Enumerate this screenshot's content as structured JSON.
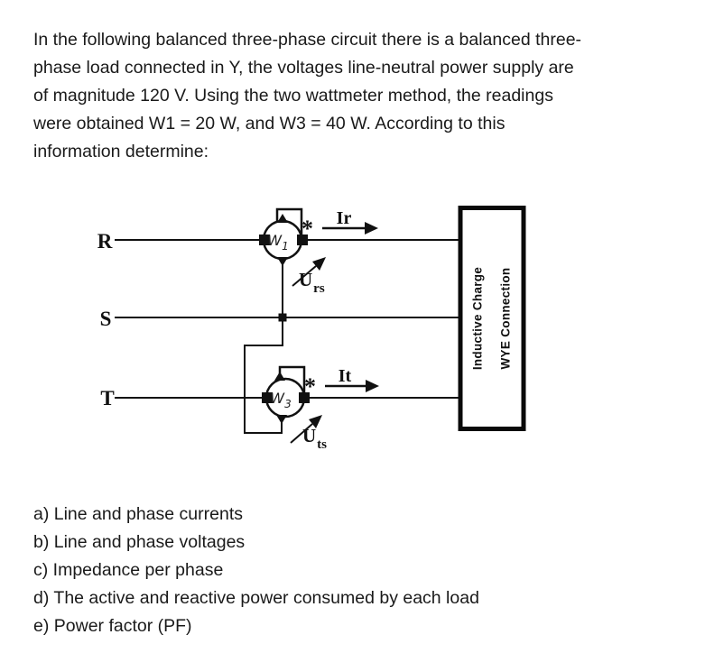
{
  "intro": {
    "lines": [
      "In the following balanced three-phase circuit there is a balanced three-",
      "phase load connected in Y, the voltages line-neutral power supply are",
      "of magnitude 120 V. Using the two wattmeter method, the readings",
      "were obtained W1 = 20 W, and W3 = 40 W. According to this",
      "information determine:"
    ]
  },
  "diagram": {
    "phase_labels": {
      "r": "R",
      "s": "S",
      "t": "T"
    },
    "wattmeters": {
      "w1": {
        "symbol": "W",
        "subscript": "1",
        "star": "*"
      },
      "w3": {
        "symbol": "W",
        "subscript": "3",
        "star": "*"
      }
    },
    "currents": {
      "ir": "Ir",
      "it": "It"
    },
    "voltages": {
      "urs": {
        "symbol": "U",
        "subscript": "rs"
      },
      "uts": {
        "symbol": "U",
        "subscript": "ts"
      }
    },
    "load": {
      "line1": "Inductive Charge",
      "line2": "WYE Connection"
    }
  },
  "questions": {
    "items": [
      "a) Line and phase currents",
      "b) Line and phase voltages",
      "c) Impedance per phase",
      "d) The active and reactive power consumed by each load",
      "e) Power factor (PF)"
    ]
  },
  "colors": {
    "ink": "#1a1a1a",
    "background": "#ffffff"
  }
}
